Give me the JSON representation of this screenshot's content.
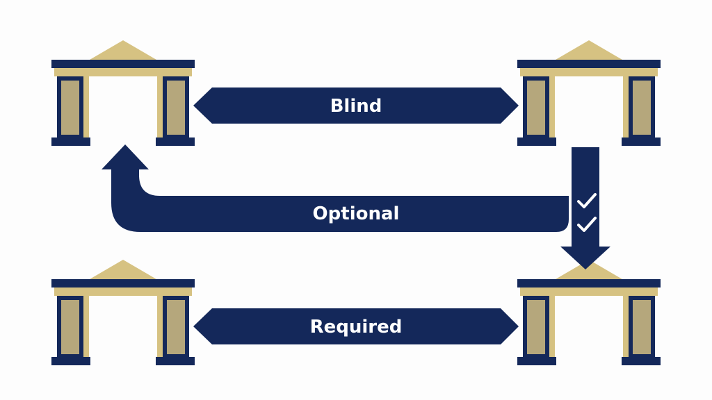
{
  "colors": {
    "navy": "#14285a",
    "gold": "#d6c282",
    "pillar": "#b5a77c",
    "background": "#fdfdfd",
    "label": "#ffffff"
  },
  "icons": {
    "building": "bank-building-icon",
    "check": "check-icon"
  },
  "arrows": {
    "blind": {
      "label": "Blind",
      "direction": "bidirectional"
    },
    "optional": {
      "label": "Optional",
      "direction": "return-up"
    },
    "required": {
      "label": "Required",
      "direction": "bidirectional"
    },
    "down": {
      "checks": 2,
      "direction": "down"
    }
  }
}
